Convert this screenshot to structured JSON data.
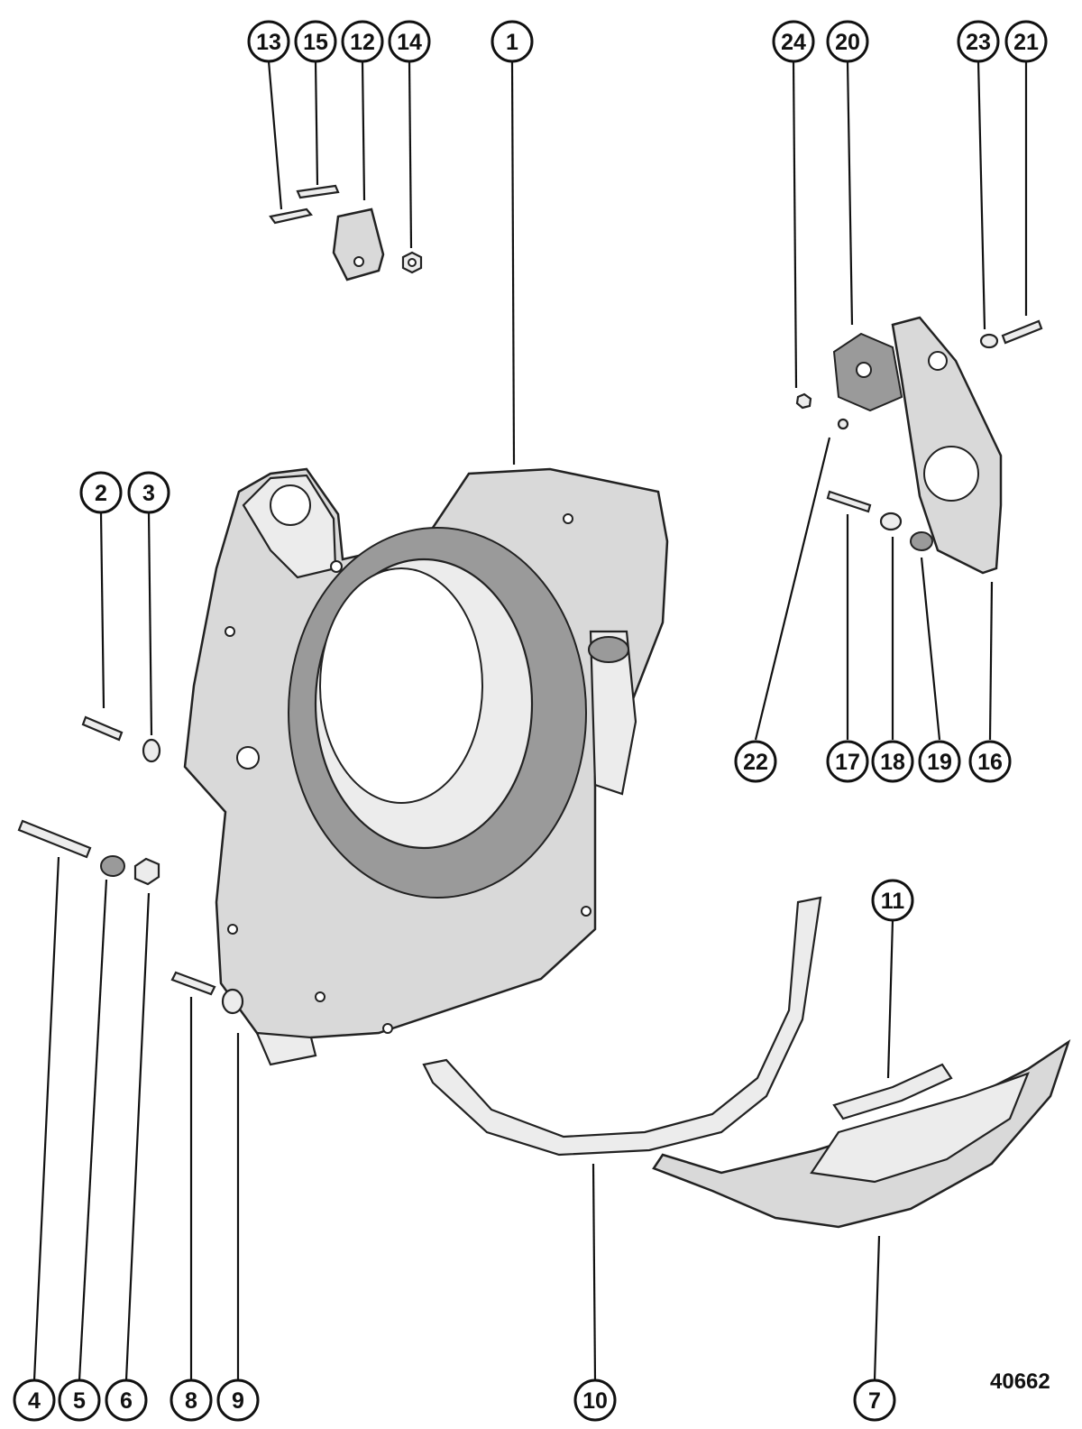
{
  "figure_number": "40662",
  "callouts": {
    "c1": "1",
    "c2": "2",
    "c3": "3",
    "c4": "4",
    "c5": "5",
    "c6": "6",
    "c7": "7",
    "c8": "8",
    "c9": "9",
    "c10": "10",
    "c11": "11",
    "c12": "12",
    "c13": "13",
    "c14": "14",
    "c15": "15",
    "c16": "16",
    "c17": "17",
    "c18": "18",
    "c19": "19",
    "c20": "20",
    "c21": "21",
    "c22": "22",
    "c23": "23",
    "c24": "24"
  }
}
